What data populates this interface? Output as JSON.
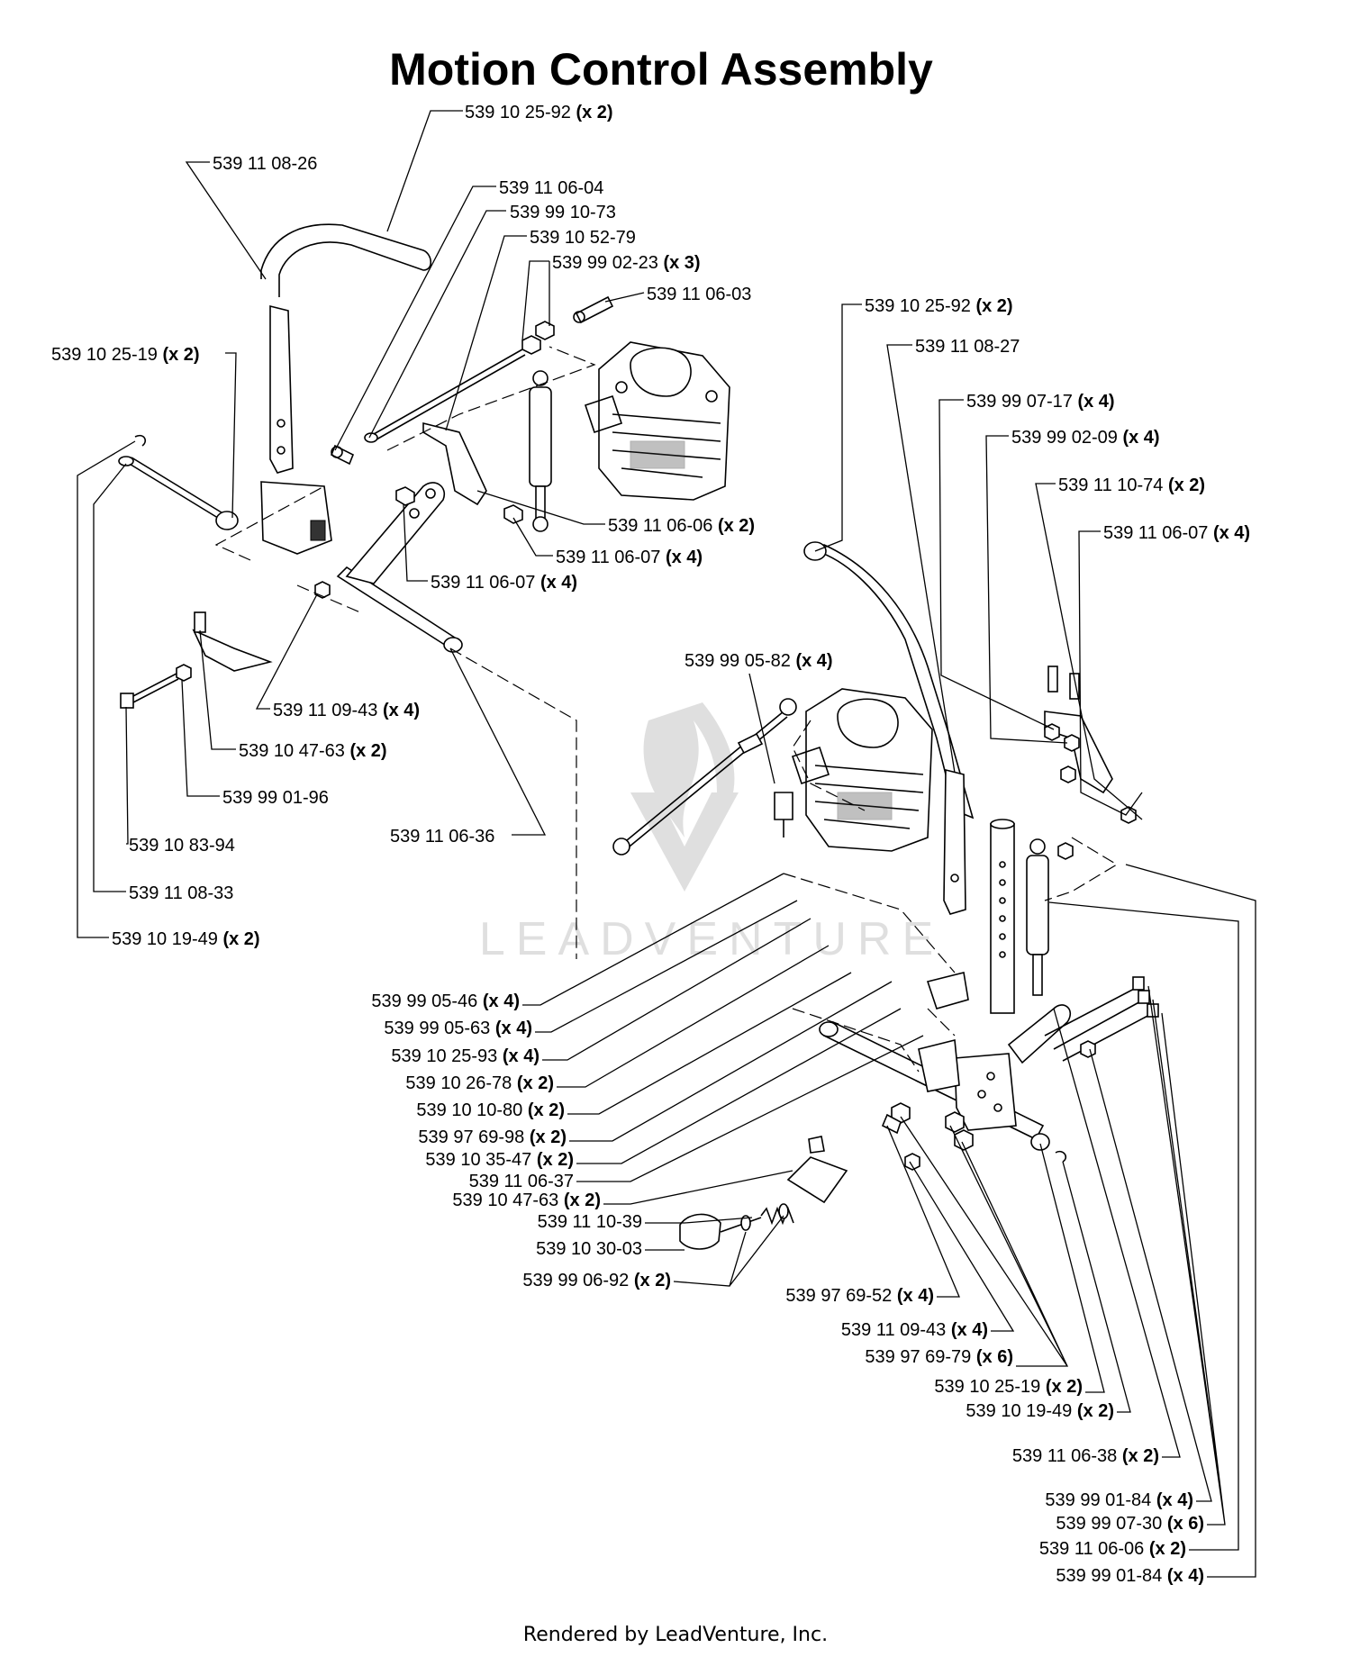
{
  "title": "Motion Control Assembly",
  "footer": "Rendered by LeadVenture, Inc.",
  "watermark": "LEADVENTURE",
  "callouts": [
    {
      "part": "539 10 25-92",
      "qty": "(x 2)"
    },
    {
      "part": "539 11 08-26",
      "qty": ""
    },
    {
      "part": "539 11 06-04",
      "qty": ""
    },
    {
      "part": "539 99 10-73",
      "qty": ""
    },
    {
      "part": "539 10 52-79",
      "qty": ""
    },
    {
      "part": "539 99 02-23",
      "qty": "(x 3)"
    },
    {
      "part": "539 11 06-03",
      "qty": ""
    },
    {
      "part": "539 10 25-19",
      "qty": "(x 2)"
    },
    {
      "part": "539 11 06-06",
      "qty": "(x 2)"
    },
    {
      "part": "539 11 06-07",
      "qty": "(x 4)"
    },
    {
      "part": "539 11 06-07",
      "qty": "(x 4)"
    },
    {
      "part": "539 11 09-43",
      "qty": "(x 4)"
    },
    {
      "part": "539 10 47-63",
      "qty": "(x 2)"
    },
    {
      "part": "539 99 01-96",
      "qty": ""
    },
    {
      "part": "539 10 83-94",
      "qty": ""
    },
    {
      "part": "539 11 06-36",
      "qty": ""
    },
    {
      "part": "539 11 08-33",
      "qty": ""
    },
    {
      "part": "539 10 19-49",
      "qty": "(x 2)"
    },
    {
      "part": "539 10 25-92",
      "qty": "(x 2)"
    },
    {
      "part": "539 11 08-27",
      "qty": ""
    },
    {
      "part": "539 99 07-17",
      "qty": "(x 4)"
    },
    {
      "part": "539 99 02-09",
      "qty": "(x 4)"
    },
    {
      "part": "539 11 10-74",
      "qty": "(x 2)"
    },
    {
      "part": "539 11 06-07",
      "qty": "(x 4)"
    },
    {
      "part": "539 99 05-82",
      "qty": "(x 4)"
    },
    {
      "part": "539 99 05-46",
      "qty": "(x 4)"
    },
    {
      "part": "539 99 05-63",
      "qty": "(x 4)"
    },
    {
      "part": "539 10 25-93",
      "qty": "(x 4)"
    },
    {
      "part": "539 10 26-78",
      "qty": "(x 2)"
    },
    {
      "part": "539 10 10-80",
      "qty": "(x 2)"
    },
    {
      "part": "539 97 69-98",
      "qty": "(x 2)"
    },
    {
      "part": "539 10 35-47",
      "qty": "(x 2)"
    },
    {
      "part": "539 11 06-37",
      "qty": ""
    },
    {
      "part": "539 10 47-63",
      "qty": "(x 2)"
    },
    {
      "part": "539 11 10-39",
      "qty": ""
    },
    {
      "part": "539 10 30-03",
      "qty": ""
    },
    {
      "part": "539 99 06-92",
      "qty": "(x 2)"
    },
    {
      "part": "539 97 69-52",
      "qty": "(x 4)"
    },
    {
      "part": "539 11 09-43",
      "qty": "(x 4)"
    },
    {
      "part": "539 97 69-79",
      "qty": "(x 6)"
    },
    {
      "part": "539 10 25-19",
      "qty": "(x 2)"
    },
    {
      "part": "539 10 19-49",
      "qty": "(x 2)"
    },
    {
      "part": "539 11 06-38",
      "qty": "(x 2)"
    },
    {
      "part": "539 99 01-84",
      "qty": "(x 4)"
    },
    {
      "part": "539 99 07-30",
      "qty": "(x 6)"
    },
    {
      "part": "539 11 06-06",
      "qty": "(x 2)"
    },
    {
      "part": "539 99 01-84",
      "qty": "(x 4)"
    }
  ]
}
